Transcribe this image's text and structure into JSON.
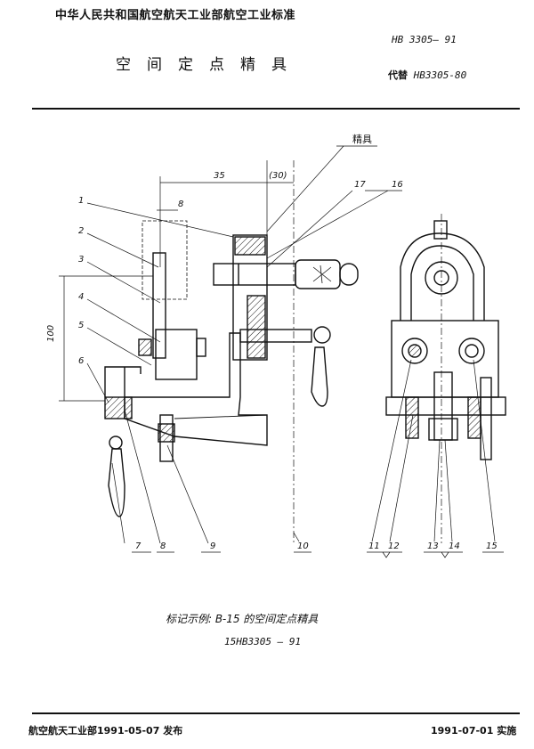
{
  "header": {
    "organization": "中华人民共和国航空航天工业部航空工业标准",
    "title": "空间定点精具",
    "standard_number": "HB 3305— 91",
    "replaces_label": "代替",
    "replaces_number": "HB3305-80"
  },
  "drawing": {
    "callout_label": "精具",
    "dimensions": {
      "d35": "35",
      "d30": "(30)",
      "d8": "8",
      "d100": "100"
    },
    "part_numbers": [
      "1",
      "2",
      "3",
      "4",
      "5",
      "6",
      "7",
      "8",
      "9",
      "10",
      "11",
      "12",
      "13",
      "14",
      "15",
      "16",
      "17"
    ]
  },
  "marking_example": {
    "label": "标记示例: B-15 的空间定点精具",
    "code": "15HB3305 — 91"
  },
  "footer": {
    "issued": "航空航天工业部1991-05-07 发布",
    "effective": "1991-07-01 实施"
  }
}
